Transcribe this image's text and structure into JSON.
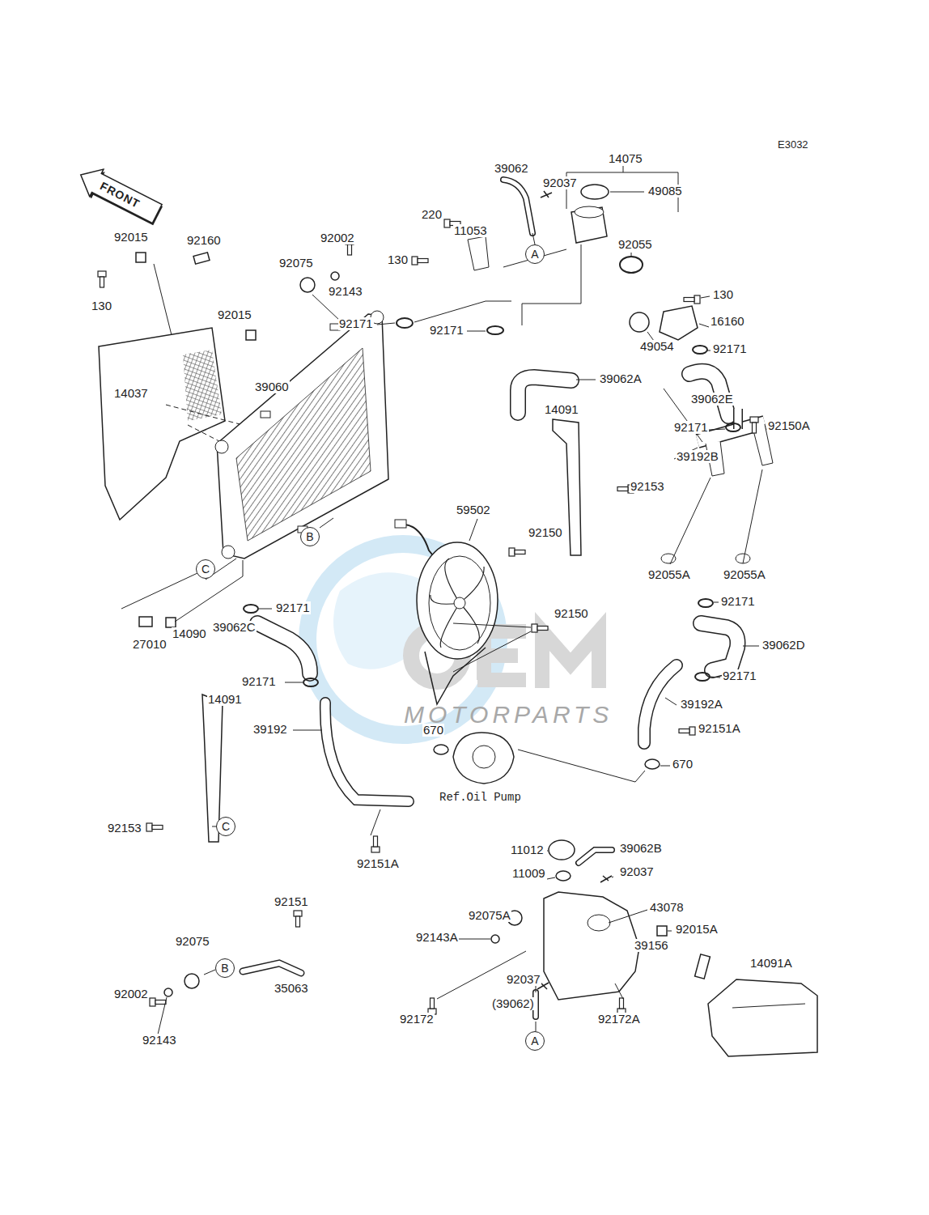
{
  "diagram": {
    "nodes": [
      {
        "text": [
          "FRONT"
        ]
      },
      {
        "text": [
          "A"
        ]
      },
      {
        "text": [
          "B"
        ]
      },
      {
        "text": [
          "C"
        ]
      },
      {
        "text": [
          "C"
        ]
      },
      {
        "text": [
          "B"
        ]
      },
      {
        "text": [
          "A"
        ]
      }
    ],
    "labels": [
      "E3032",
      "39062",
      "92037",
      "14075",
      "49085",
      "92055",
      "220",
      "11053",
      "130",
      "92015",
      "92160",
      "92002",
      "130",
      "92075",
      "92143",
      "130",
      "16160",
      "49054",
      "92171",
      "92171",
      "92015",
      "92171",
      "14037",
      "39060",
      "39062A",
      "39062E",
      "14091",
      "92171",
      "92150A",
      "92153",
      "39192B",
      "59502",
      "92150",
      "92055A",
      "92055A",
      "27010",
      "14090",
      "92171",
      "92150",
      "92171",
      "39062C",
      "39062D",
      "92171",
      "92171",
      "14091",
      "39192A",
      "39192",
      "670",
      "92151A",
      "670",
      "Ref.Oil Pump",
      "92153",
      "92151A",
      "11012",
      "39062B",
      "11009",
      "92037",
      "43078",
      "92151",
      "92075A",
      "92015A",
      "92143A",
      "39156",
      "14091A",
      "92075",
      "92002",
      "35063",
      "92037",
      "92172",
      "92172A",
      "(39062)",
      "92143",
      "MOTORPARTS"
    ]
  }
}
